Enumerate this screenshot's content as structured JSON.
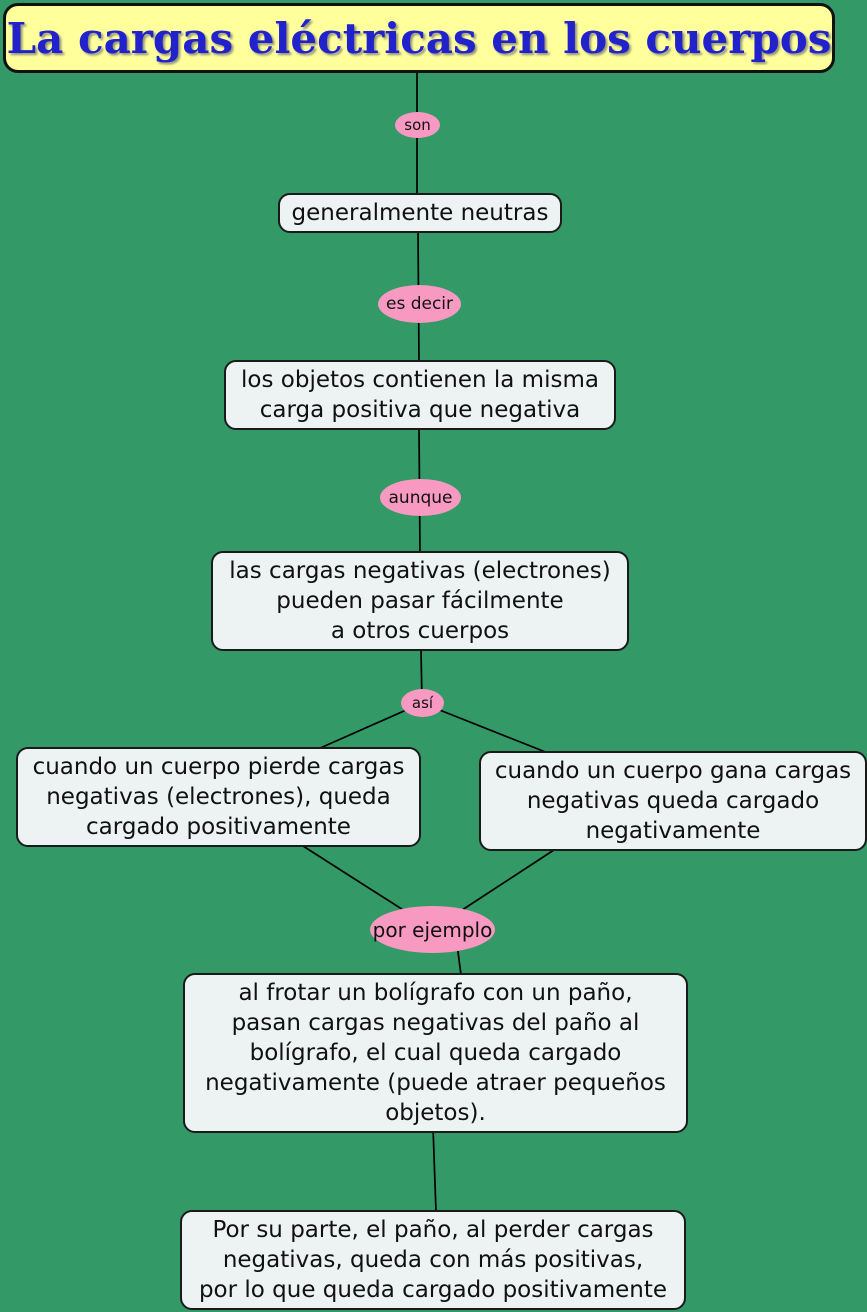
{
  "title": {
    "text": "La cargas eléctricas en los cuerpos"
  },
  "colors": {
    "page_background": "#339966",
    "banner_background": "#FFFF9C",
    "banner_border": "#111111",
    "title_text": "#2222CC",
    "connector_fill": "#F799C1",
    "box_fill": "#EDF2F2",
    "box_border": "#1A1A1A",
    "line": "#000000",
    "body_text": "#111111"
  },
  "connectors": [
    {
      "label": "son"
    },
    {
      "label": "es decir"
    },
    {
      "label": "aunque"
    },
    {
      "label": "así"
    },
    {
      "label": "por ejemplo"
    }
  ],
  "boxes": [
    {
      "text": "generalmente neutras"
    },
    {
      "text": "los objetos contienen la misma\ncarga positiva que negativa"
    },
    {
      "text": "las cargas negativas (electrones)\npueden pasar fácilmente\na otros cuerpos"
    },
    {
      "text": "cuando un cuerpo pierde cargas\nnegativas (electrones), queda\ncargado positivamente"
    },
    {
      "text": "cuando un cuerpo gana cargas\nnegativas queda cargado\nnegativamente"
    },
    {
      "text": "al frotar un bolígrafo con un paño,\npasan cargas negativas del paño al\nbolígrafo, el cual queda cargado\nnegativamente (puede atraer pequeños\nobjetos)."
    },
    {
      "text": "Por su parte, el paño, al perder cargas\nnegativas, queda con más positivas,\npor lo que queda cargado positivamente"
    }
  ]
}
